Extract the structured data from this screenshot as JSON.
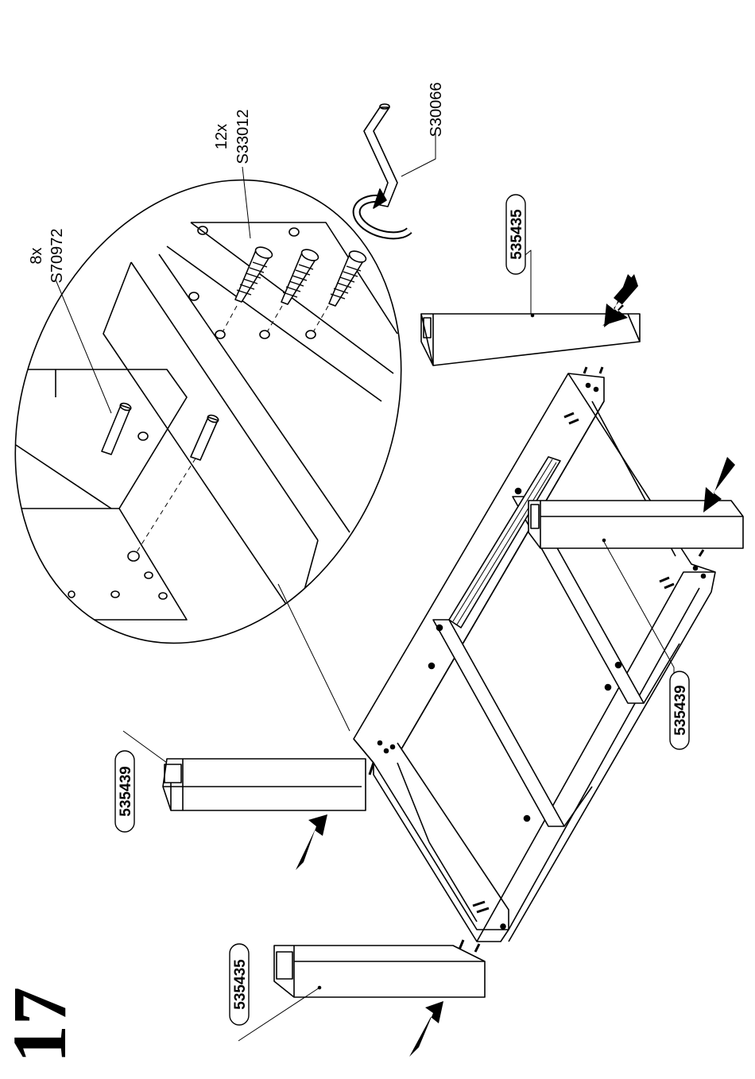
{
  "step_number": "17",
  "parts": {
    "dowel": {
      "quantity": "8x",
      "code": "S70972"
    },
    "screw": {
      "quantity": "12x",
      "code": "S33012"
    },
    "allen_key": {
      "code": "S30066"
    },
    "leg_top_right": {
      "code": "535435"
    },
    "leg_right_middle": {
      "code": "535439"
    },
    "leg_left_middle": {
      "code": "535439"
    },
    "leg_bottom_left": {
      "code": "535435"
    }
  },
  "colors": {
    "line": "#000000",
    "background": "#ffffff"
  }
}
